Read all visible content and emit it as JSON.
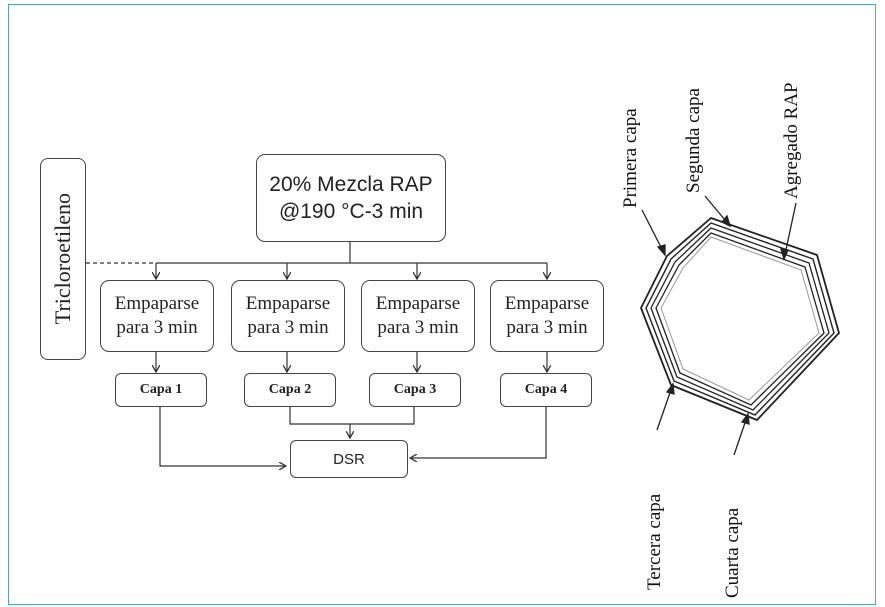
{
  "flow": {
    "start_line1": "20% Mezcla RAP",
    "start_line2": "@190 °C-3 min",
    "solvent": "Tricloroetileno",
    "soak_line1": "Empaparse",
    "soak_line2": "para 3 min",
    "layers": [
      "Capa 1",
      "Capa 2",
      "Capa 3",
      "Capa 4"
    ],
    "test": "DSR"
  },
  "aggregate": {
    "labels": {
      "first": "Primera capa",
      "second": "Segunda capa",
      "rap": "Agregado RAP",
      "third": "Tercera capa",
      "fourth": "Cuarta capa"
    }
  }
}
